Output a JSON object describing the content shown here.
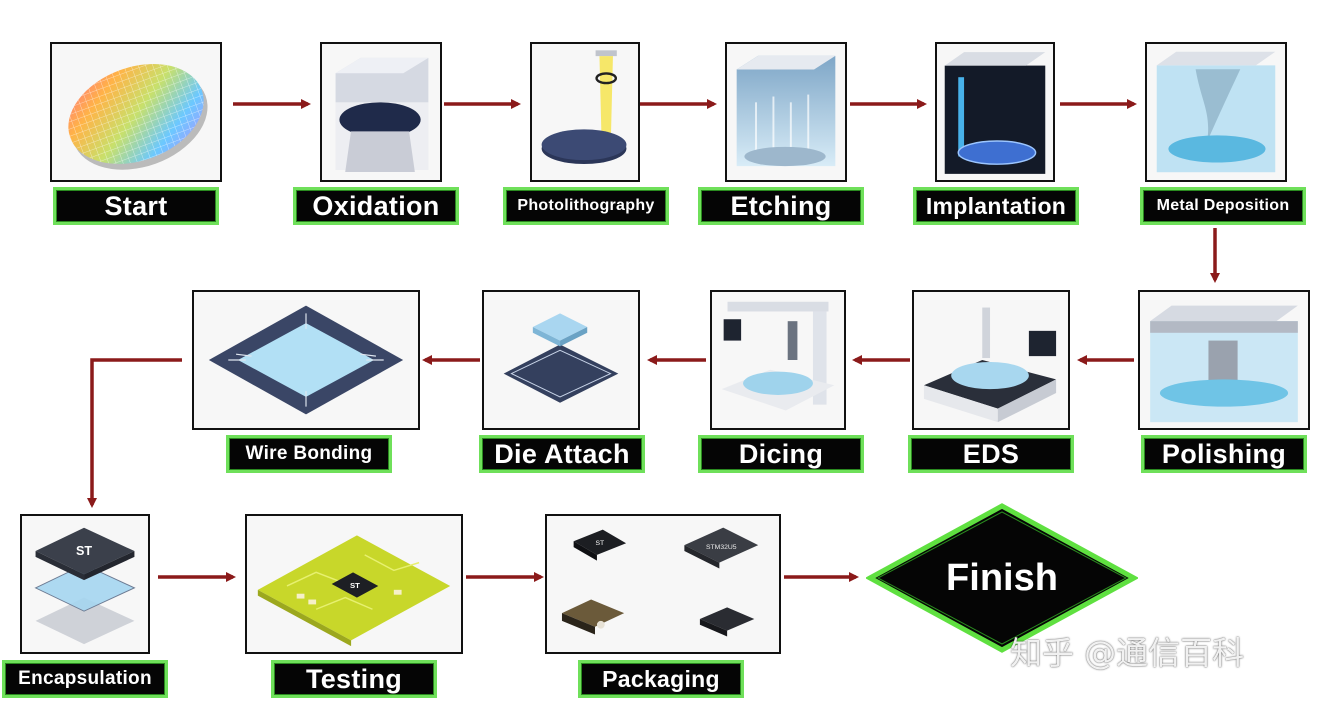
{
  "steps": {
    "start": "Start",
    "oxidation": "Oxidation",
    "photolithography": "Photolithography",
    "etching": "Etching",
    "implantation": "Implantation",
    "metal_deposition": "Metal Deposition",
    "polishing": "Polishing",
    "eds": "EDS",
    "dicing": "Dicing",
    "die_attach": "Die Attach",
    "wire_bonding": "Wire Bonding",
    "encapsulation": "Encapsulation",
    "testing": "Testing",
    "packaging": "Packaging"
  },
  "finish": "Finish",
  "chip_texts": {
    "logo": "ST",
    "part": "STM32U5"
  },
  "watermark": "知乎 @通信百科",
  "colors": {
    "arrow": "#8b1a1a",
    "label_bg": "#050505",
    "label_border": "#6fe05a",
    "finish_border": "#5fe040"
  },
  "icons": [
    "wafer-icon",
    "oxidation-chamber-icon",
    "photolithography-icon",
    "etching-chamber-icon",
    "implantation-chamber-icon",
    "metal-deposition-chamber-icon",
    "polishing-machine-icon",
    "eds-machine-icon",
    "dicing-machine-icon",
    "die-attach-icon",
    "wire-bonding-icon",
    "encapsulation-icon",
    "test-board-icon",
    "packaged-chips-icon"
  ]
}
